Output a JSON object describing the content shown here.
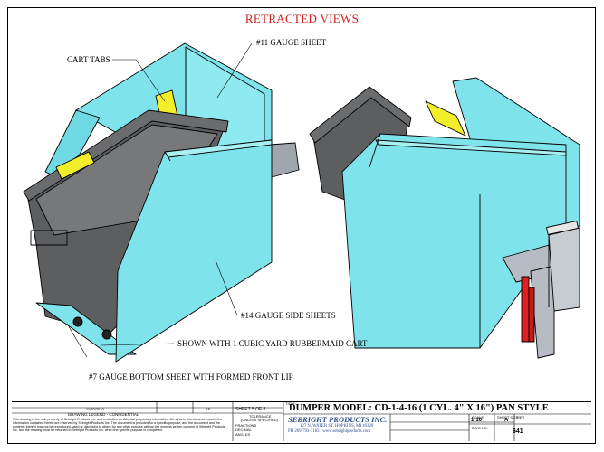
{
  "title": "RETRACTED VIEWS",
  "callouts": {
    "gauge11": "#11 GAUGE SHEET",
    "cart_tabs": "CART TABS",
    "gauge14": "#14 GAUGE SIDE SHEETS",
    "cart": "SHOWN WITH 1 CUBIC YARD RUBBERMAID CART",
    "gauge7": "#7 GAUGE BOTTOM SHEET WITH FORMED FRONT LIP"
  },
  "title_block": {
    "date": "11/30/2010",
    "drawn_by": "KF",
    "sheet": "SHEET 5 OF 8",
    "legend": "DRAWING LEGEND - CONFIDENTIAL",
    "notice": "This drawing is the sole property of Sebright Products Inc. and embodies confidential proprietary information. All rights in this document and in the information contained herein are reserved by Sebright Products Inc. The document is provided for a specific purpose, and the document and the contents thereof may not be reproduced, used or disclosed to others for any other purpose without the express written consent of Sebright Products Inc. and the drawing must be returned to Sebright Products Inc. when the specific purpose is completed.",
    "tolerance_title": "TOLERANCE",
    "tolerance_sub": "(UNLESS SPECIFIED)",
    "fractions": "FRACTIONS",
    "decimal": "DECIMAL",
    "angles": "ANGLES",
    "field_label": "TITLE:",
    "model": "DUMPER MODEL: CD-1-4-16 (1 CYL. 4\" X 16\") PAN STYLE",
    "company": "SEBRIGHT PRODUCTS INC.",
    "address": "127 N. WATER ST. HOPKINS, MI 49328",
    "phone": "PH 269-793-7183 / www.sebrightproducts.com",
    "scale_label": "SCALE",
    "scale": "1:16",
    "sheet_size_label": "SHEET SIZE",
    "sheet_size": "A",
    "dwg_label": "DWG NO.",
    "dwg_no": "641",
    "rev_label": "REV"
  },
  "colors": {
    "title_red": "#d41b1b",
    "panel_cyan": "#7fe3ec",
    "panel_shadow": "#55c2cc",
    "cart_gray": "#5d5e60",
    "tab_yellow": "#f2ef2a",
    "cylinder_red": "#e02020",
    "bracket_gray": "#b7bcc4"
  }
}
